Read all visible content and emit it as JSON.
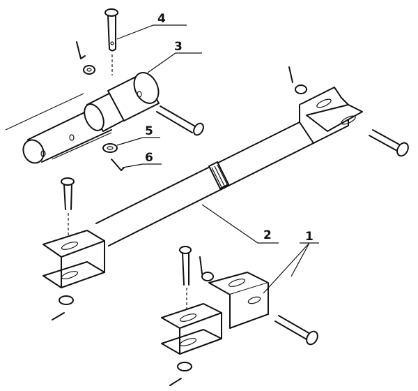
{
  "callouts": [
    {
      "id": "part-1",
      "label": "1"
    },
    {
      "id": "part-2",
      "label": "2"
    },
    {
      "id": "part-3",
      "label": "3"
    },
    {
      "id": "part-4",
      "label": "4"
    },
    {
      "id": "part-5",
      "label": "5"
    },
    {
      "id": "part-6",
      "label": "6"
    }
  ],
  "colors": {
    "ink": "#111111",
    "paper": "#ffffff"
  }
}
